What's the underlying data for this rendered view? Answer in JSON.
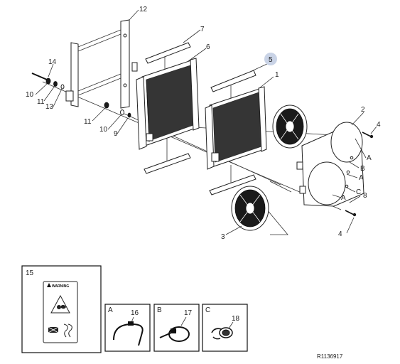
{
  "callouts": {
    "c1": "1",
    "c2": "2",
    "c3": "3",
    "c4a": "4",
    "c4b": "4",
    "c5": "5",
    "c6": "6",
    "c7": "7",
    "c8": "8",
    "c9": "9",
    "c10a": "10",
    "c10b": "10",
    "c11a": "11",
    "c11b": "11",
    "c12": "12",
    "c13": "13",
    "c14": "14",
    "c15": "15",
    "c16": "16",
    "c17": "17",
    "c18": "18"
  },
  "letters": {
    "a1": "A",
    "b1": "B",
    "a2": "A",
    "c1": "C",
    "a3": "A"
  },
  "insets": {
    "a": "A",
    "b": "B",
    "c": "C"
  },
  "warning_label": "WARNING",
  "figure_id": "R1136917",
  "colors": {
    "highlight_callout": "#c9d3e6",
    "ink": "#1a1a1a"
  }
}
